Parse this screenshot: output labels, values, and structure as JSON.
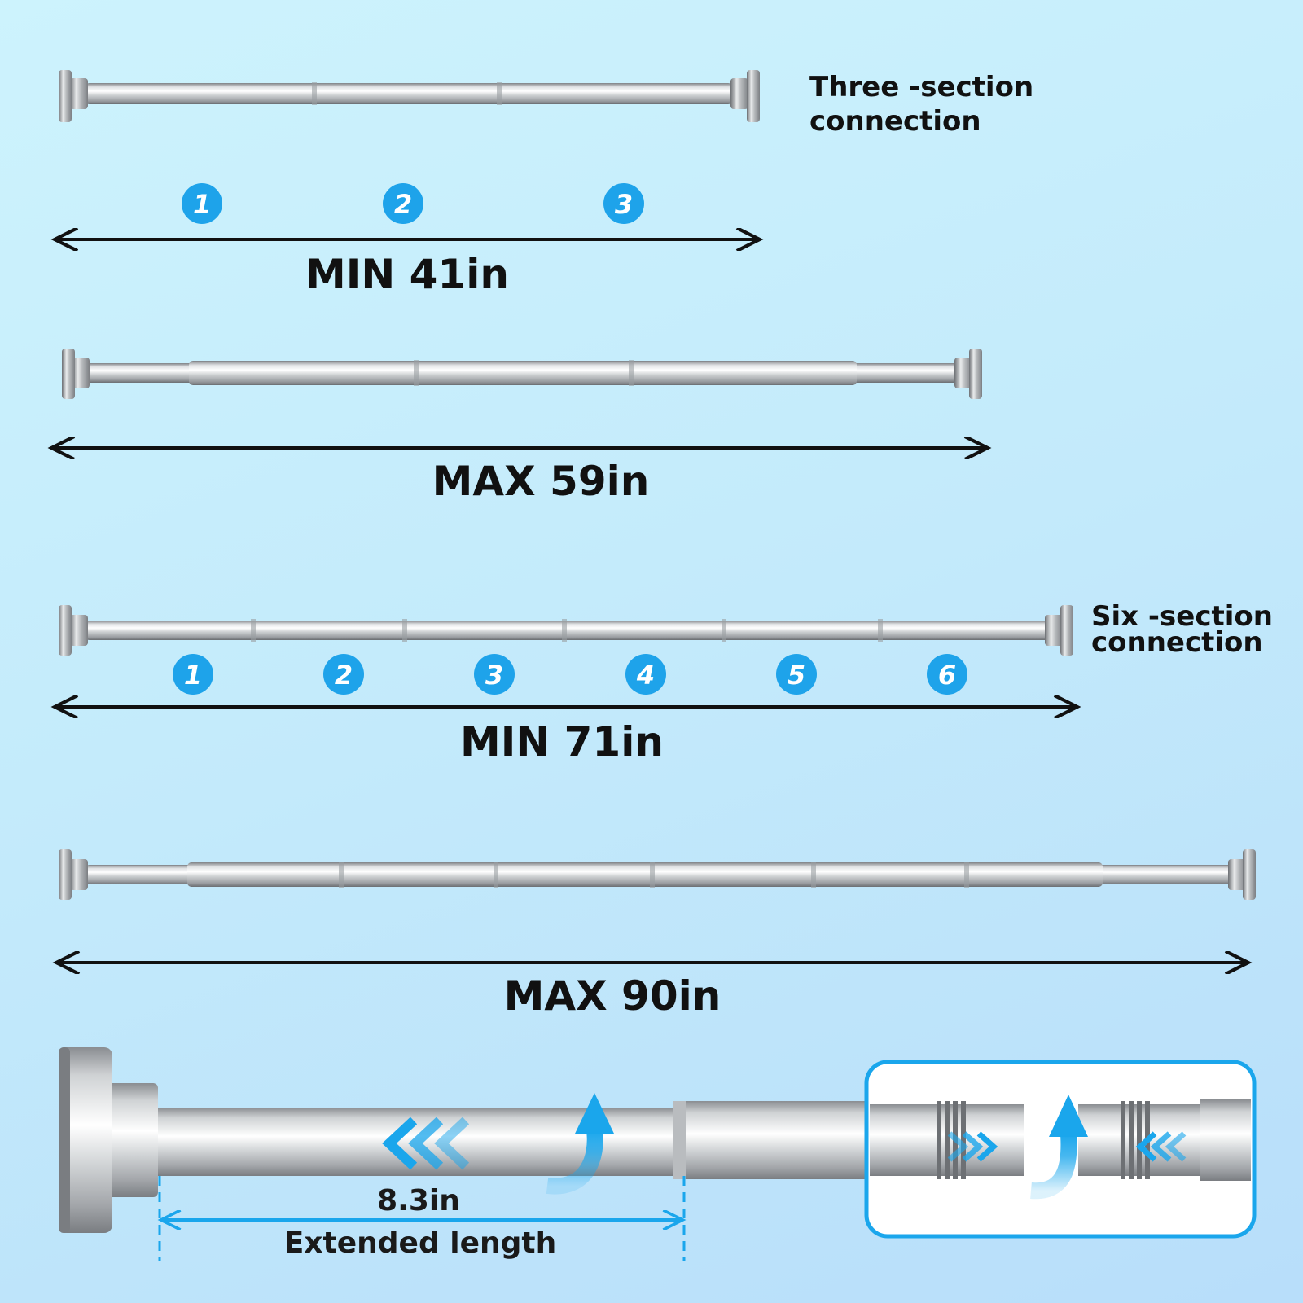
{
  "colors": {
    "accent": "#1aa6ec",
    "badge": "#1ea3ea",
    "arrow_dark": "#111111",
    "chrome_light": "#f4f5f6",
    "chrome_mid": "#c4c7ca",
    "chrome_dark": "#6d7074"
  },
  "three_section": {
    "label_line1": "Three -section",
    "label_line2": "connection",
    "badges": [
      "1",
      "2",
      "3"
    ],
    "min_label": "MIN 41in",
    "max_label": "MAX 59in"
  },
  "six_section": {
    "label_line1": "Six -section",
    "label_line2": "connection",
    "badges": [
      "1",
      "2",
      "3",
      "4",
      "5",
      "6"
    ],
    "min_label": "MIN 71in",
    "max_label": "MAX 90in"
  },
  "detail": {
    "extension_value": "8.3in",
    "extension_caption": "Extended length",
    "icons": [
      "chevrons-left-icon",
      "rotate-arrow-icon",
      "chevrons-right-icon",
      "chevrons-left-icon"
    ]
  }
}
